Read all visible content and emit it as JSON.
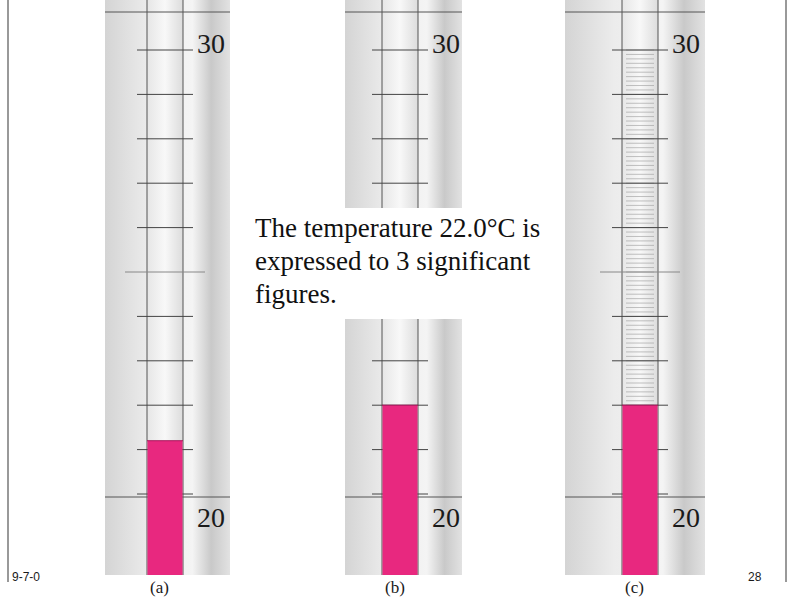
{
  "diagram": {
    "nodes": [
      {
        "text": [
          "The temperature 22.0°C is expressed to 3 significant figures."
        ]
      }
    ],
    "labels": [
      "30",
      "30",
      "30",
      "20",
      "20",
      "20",
      "(a)",
      "(b)",
      "(c)",
      "9-7-0",
      "28"
    ]
  }
}
